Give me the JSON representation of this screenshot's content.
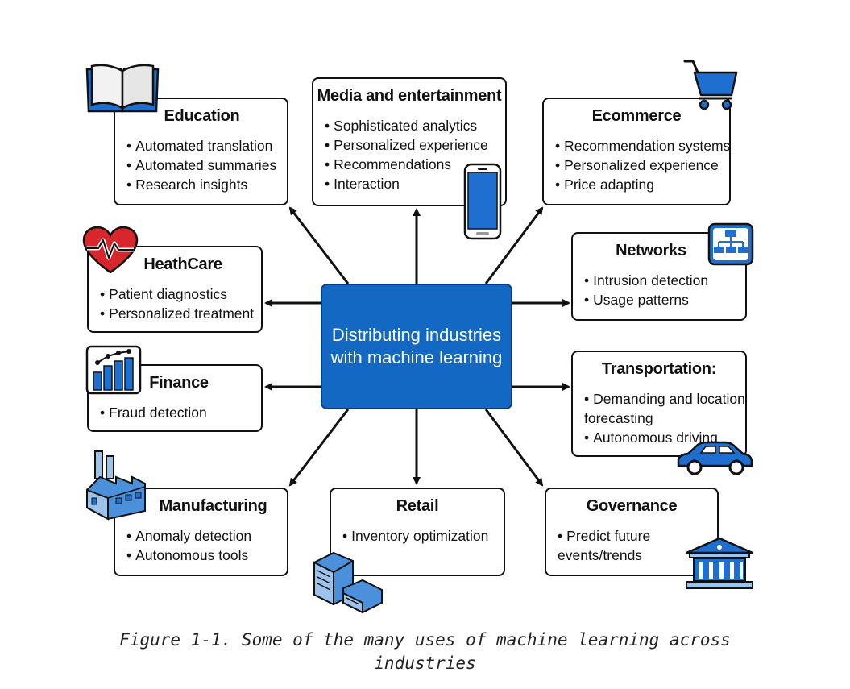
{
  "center": {
    "title": "Distributing industries with machine learning"
  },
  "boxes": {
    "education": {
      "title": "Education",
      "items": [
        "Automated translation",
        "Automated summaries",
        "Research insights"
      ]
    },
    "media": {
      "title": "Media and entertainment",
      "items": [
        "Sophisticated analytics",
        "Personalized experience",
        "Recommendations",
        "Interaction"
      ]
    },
    "ecommerce": {
      "title": "Ecommerce",
      "items": [
        "Recommendation systems",
        "Personalized experience",
        "Price adapting"
      ]
    },
    "healthcare": {
      "title": "HeathCare",
      "items": [
        "Patient diagnostics",
        "Personalized treatment"
      ]
    },
    "networks": {
      "title": "Networks",
      "items": [
        "Intrusion detection",
        "Usage patterns"
      ]
    },
    "finance": {
      "title": "Finance",
      "items": [
        "Fraud detection"
      ]
    },
    "transportation": {
      "title": "Transportation:",
      "items": [
        "Demanding and location forecasting",
        "Autonomous driving"
      ]
    },
    "manufacturing": {
      "title": "Manufacturing",
      "items": [
        "Anomaly detection",
        "Autonomous tools"
      ]
    },
    "retail": {
      "title": "Retail",
      "items": [
        "Inventory optimization"
      ]
    },
    "governance": {
      "title": "Governance",
      "items": [
        "Predict future events/trends"
      ]
    }
  },
  "icons": [
    "book-icon",
    "smartphone-icon",
    "shopping-cart-icon",
    "heart-pulse-icon",
    "network-icon",
    "bar-chart-icon",
    "car-icon",
    "factory-icon",
    "building-icon",
    "government-building-icon"
  ],
  "colors": {
    "accent": "#1368c4",
    "icon_blue": "#1f6fd1",
    "icon_light": "#9cc3ea"
  },
  "caption": {
    "line1": "Figure 1-1. Some of the many uses of machine learning across",
    "line2": "industries"
  }
}
